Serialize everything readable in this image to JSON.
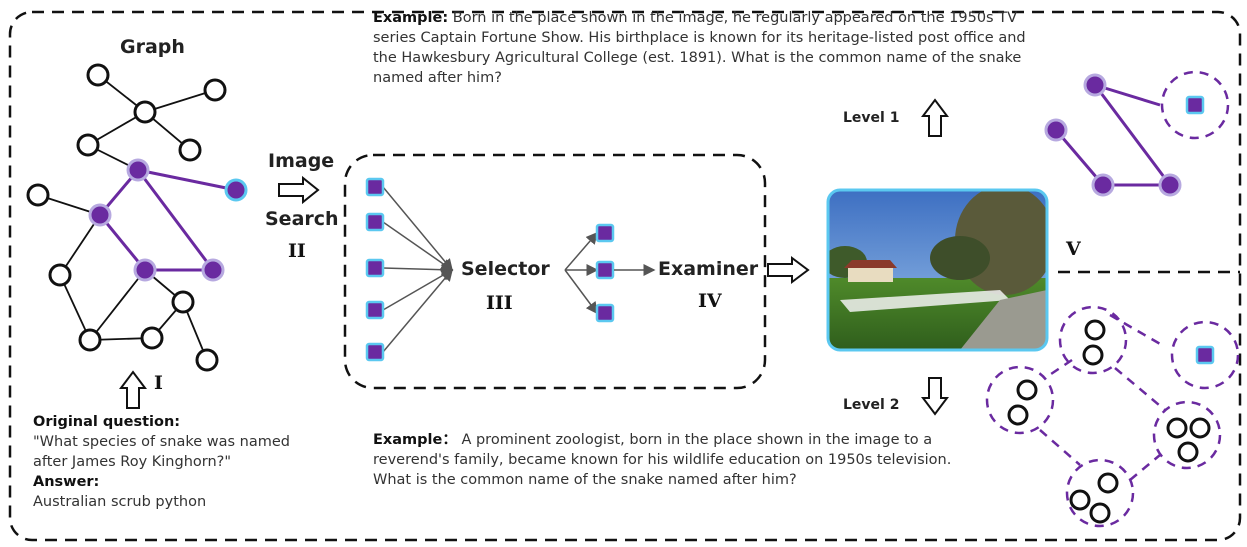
{
  "graph": {
    "title": "Graph"
  },
  "steps": {
    "i": "I",
    "ii": "II",
    "iii": "III",
    "iv": "IV",
    "v": "V"
  },
  "search": {
    "line1": "Image",
    "line2": "Search"
  },
  "selector": "Selector",
  "examiner": "Examiner",
  "levels": {
    "level1": "Level 1",
    "level2": "Level 2"
  },
  "example1": {
    "label": "Example:",
    "text": " Born in the place shown in the image, he regularly appeared on the 1950s TV series Captain Fortune Show. His birthplace is known for its heritage-listed post office and the Hawkesbury Agricultural College (est. 1891). What is the common name of the snake named after him?"
  },
  "example2": {
    "label": "Example：",
    "text": " A prominent zoologist, born in the place shown in the image to a reverend's family, became known for his wildlife education on 1950s television. What is the common name of the snake named after him?"
  },
  "question": {
    "label": "Original question:",
    "text": "\"What species of snake was named after James Roy Kinghorn?\"",
    "answer_label": "Answer:",
    "answer": "Australian scrub python"
  },
  "colors": {
    "purple": "#6a2aa0",
    "cyan": "#5bc8f0",
    "halo": "#b7a9e0"
  }
}
